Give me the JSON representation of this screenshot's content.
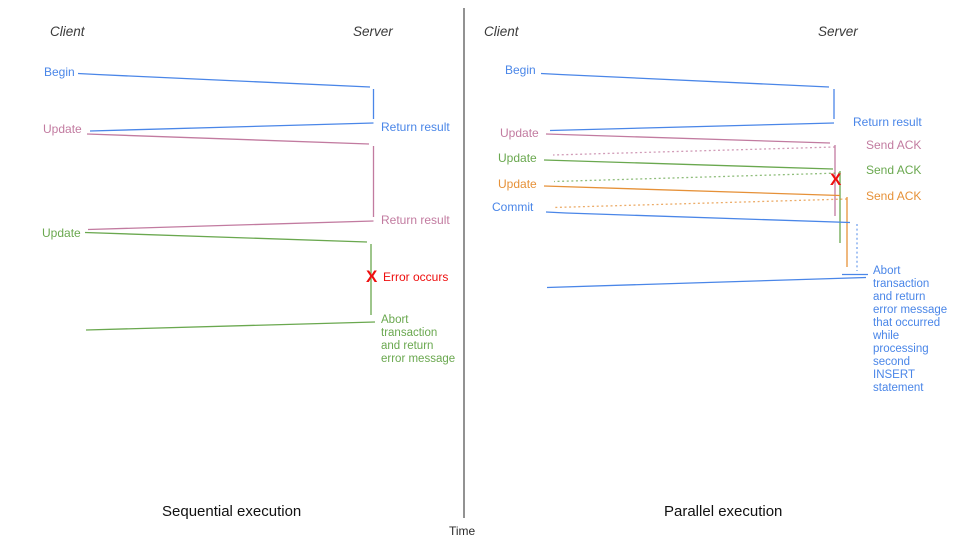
{
  "palette": {
    "blue": "#4a86e8",
    "pink": "#c27ba0",
    "green": "#6aa84f",
    "orange": "#e69138",
    "red": "#ee0f0f",
    "axis_dark": "#3a3a3a",
    "title_text": "#111111"
  },
  "time_axis": {
    "label": "Time"
  },
  "left_panel": {
    "title": "Sequential execution",
    "client_header": "Client",
    "server_header": "Server",
    "begin_label": "Begin",
    "return_result_1": "Return result",
    "update_1": "Update",
    "return_result_2": "Return result",
    "update_2": "Update",
    "error_x": "X",
    "error_label": "Error occurs",
    "abort_note": "Abort\ntransaction\nand return\nerror message"
  },
  "right_panel": {
    "title": "Parallel execution",
    "client_header": "Client",
    "server_header": "Server",
    "begin_label": "Begin",
    "return_result": "Return result",
    "update_1": "Update",
    "send_ack_1": "Send ACK",
    "update_2": "Update",
    "send_ack_2": "Send ACK",
    "update_3": "Update",
    "send_ack_3": "Send ACK",
    "commit_label": "Commit",
    "error_x": "X",
    "abort_note": "Abort\ntransaction\nand return\nerror message\nthat occurred\nwhile\nprocessing\nsecond\nINSERT\nstatement"
  }
}
